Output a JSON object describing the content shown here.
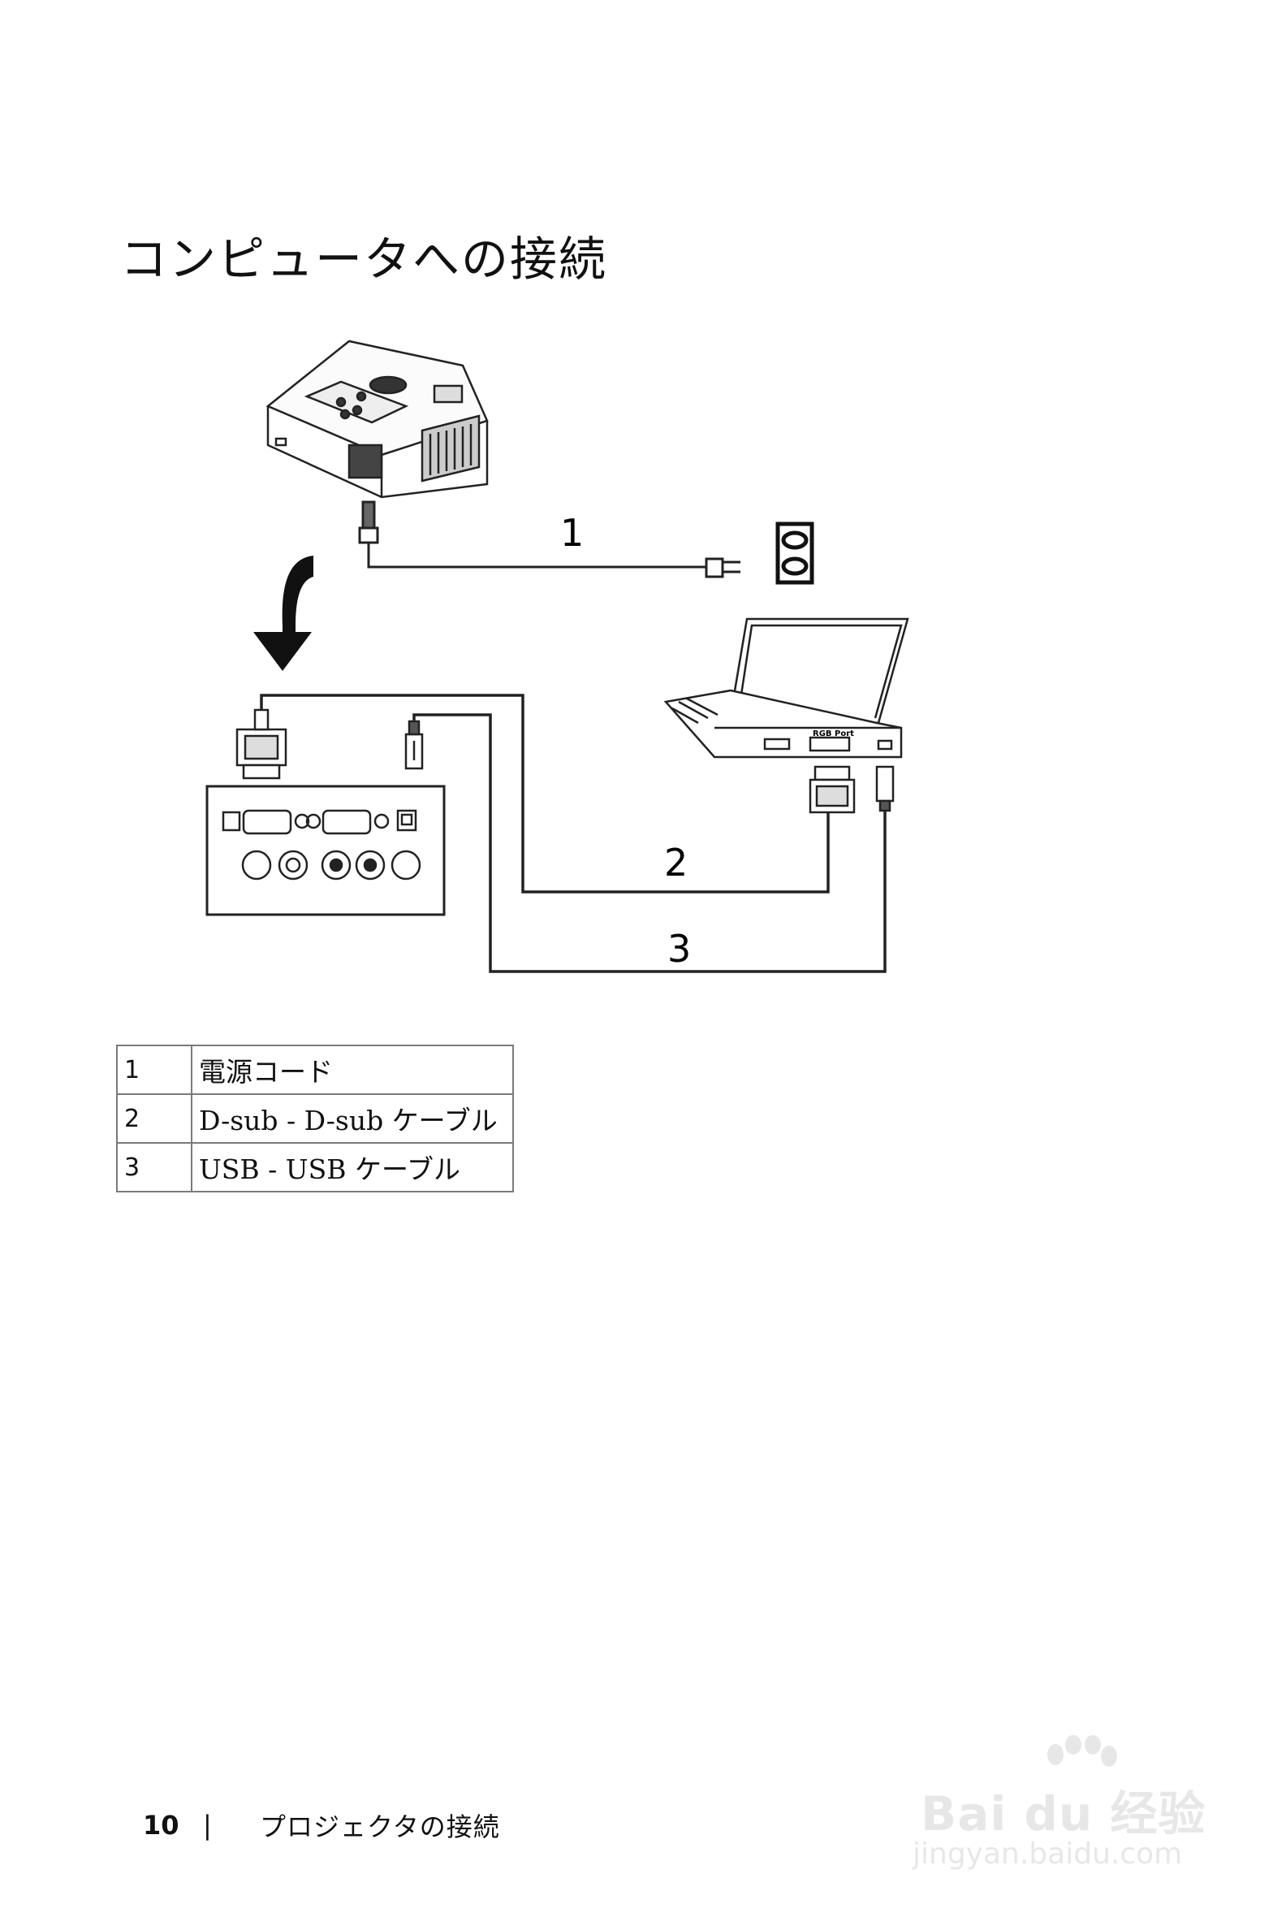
{
  "title": "コンピュータへの接続",
  "diagram": {
    "callouts": [
      "1",
      "2",
      "3"
    ],
    "laptop_port_label": "RGB Port"
  },
  "legend": [
    {
      "num": "1",
      "desc": "電源コード"
    },
    {
      "num": "2",
      "desc": "D-sub - D-sub ケーブル"
    },
    {
      "num": "3",
      "desc": "USB ‑ USB ケーブル"
    }
  ],
  "footer": {
    "page_number": "10",
    "separator": "|",
    "text": "プロジェクタの接続"
  },
  "watermark": {
    "brand": "Bai du 经验",
    "url": "jingyan.baidu.com"
  }
}
